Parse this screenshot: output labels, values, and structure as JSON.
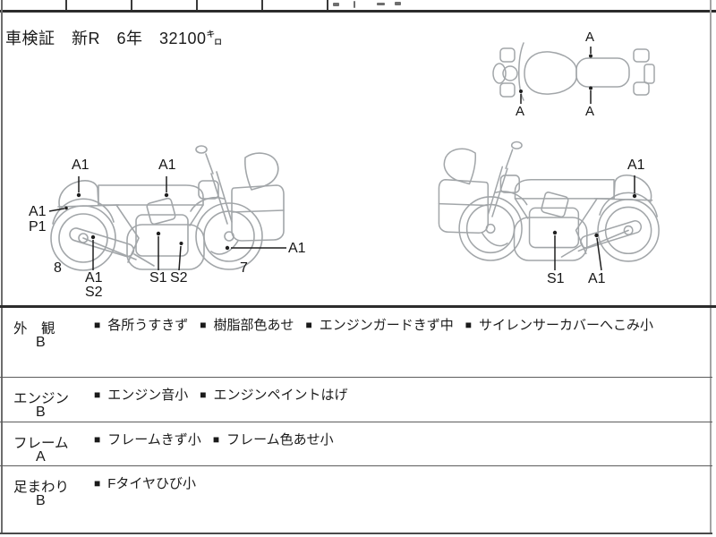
{
  "header": {
    "registration_line": "車検証　新R　6年　32100㌔"
  },
  "diagram": {
    "left_bike": {
      "tail": "A1",
      "seat": "A1",
      "fender": "A1",
      "fender_sub": "P1",
      "rear_number": "8",
      "exhaust": "A1",
      "exhaust_sub": "S2",
      "engine": "S1",
      "engine_sub": "S2",
      "front_number": "7",
      "front_wheel": "A1"
    },
    "right_bike": {
      "tail": "A1",
      "engine": "S1",
      "rear_wheel": "A1"
    },
    "top_view": {
      "top": "A",
      "front": "A",
      "rear": "A"
    }
  },
  "inspection": {
    "bullet": "■",
    "rows": [
      {
        "label": "外　観",
        "grade": "B",
        "items": [
          "各所うすきず",
          "樹脂部色あせ",
          "エンジンガードきず中",
          "サイレンサーカバーへこみ小"
        ]
      },
      {
        "label": "エンジン",
        "grade": "B",
        "items": [
          "エンジン音小",
          "エンジンペイントはげ"
        ]
      },
      {
        "label": "フレーム",
        "grade": "A",
        "items": [
          "フレームきず小",
          "フレーム色あせ小"
        ]
      },
      {
        "label": "足まわり",
        "grade": "B",
        "items": [
          "Fタイヤひび小"
        ]
      }
    ]
  },
  "colors": {
    "line_art": "#a2a6a9",
    "marker": "#1a1a1a",
    "border_dark": "#2c2c2c",
    "border_mid": "#5c5c5c"
  }
}
